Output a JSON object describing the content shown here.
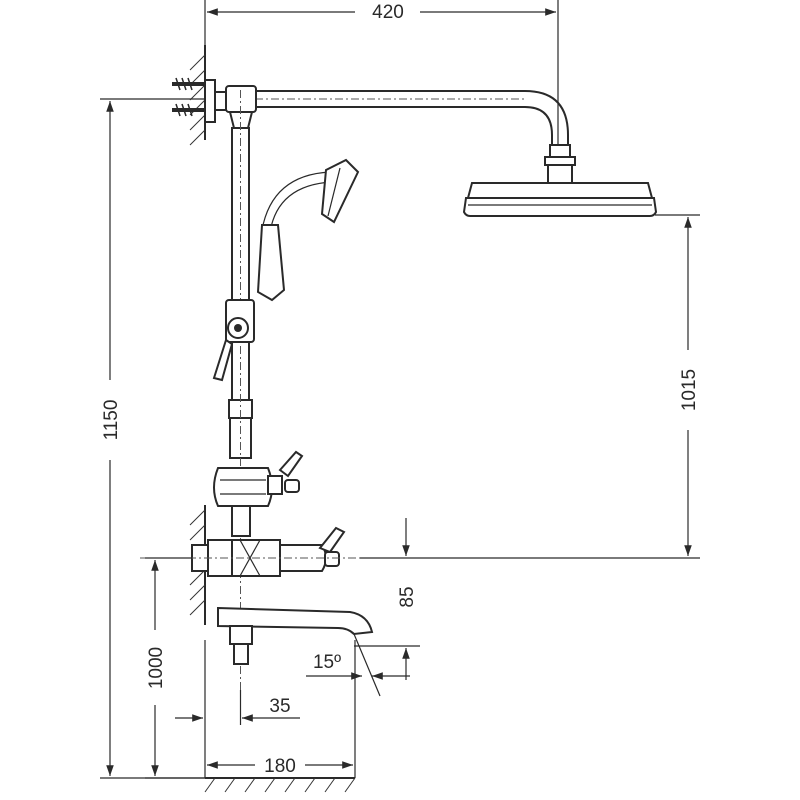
{
  "dimensions": {
    "top_width": "420",
    "overall_height": "1150",
    "head_height": "1015",
    "spout_offset": "85",
    "spout_angle": "15º",
    "mixer_height": "1000",
    "spout_inset": "35",
    "spout_projection": "180"
  }
}
